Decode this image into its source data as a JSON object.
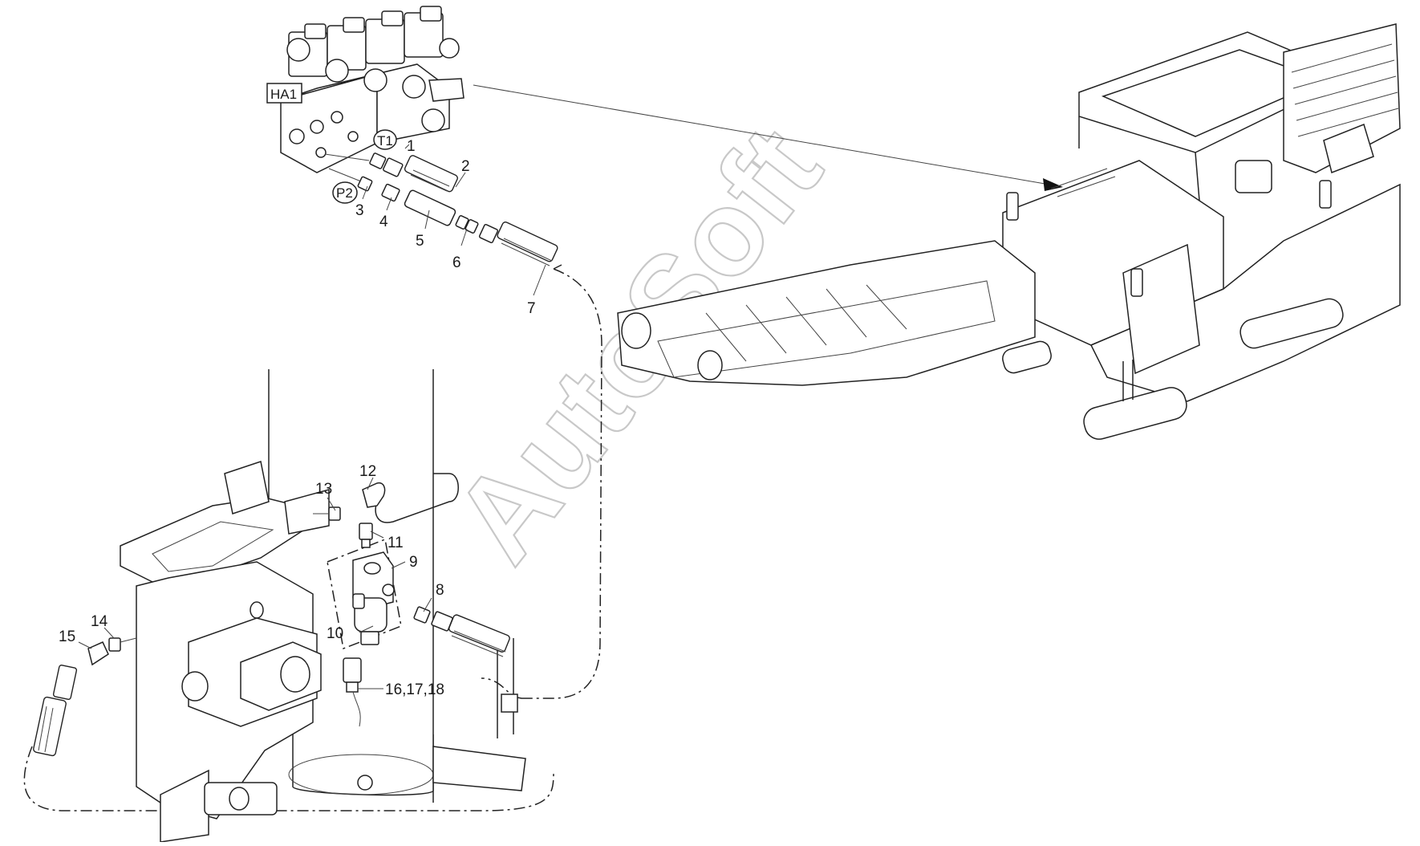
{
  "diagram": {
    "watermark": "AutoSoft",
    "port_tags": {
      "ha1": "HA1",
      "t1": "T1",
      "p2": "P2"
    },
    "callouts": [
      {
        "id": "c1",
        "label": "1"
      },
      {
        "id": "c2",
        "label": "2"
      },
      {
        "id": "c3",
        "label": "3"
      },
      {
        "id": "c4",
        "label": "4"
      },
      {
        "id": "c5",
        "label": "5"
      },
      {
        "id": "c6",
        "label": "6"
      },
      {
        "id": "c7",
        "label": "7"
      },
      {
        "id": "c8",
        "label": "8"
      },
      {
        "id": "c9",
        "label": "9"
      },
      {
        "id": "c10",
        "label": "10"
      },
      {
        "id": "c11",
        "label": "11"
      },
      {
        "id": "c12",
        "label": "12"
      },
      {
        "id": "c13",
        "label": "13"
      },
      {
        "id": "c14",
        "label": "14"
      },
      {
        "id": "c15",
        "label": "15"
      },
      {
        "id": "c16",
        "label": "16,17,18"
      }
    ]
  }
}
